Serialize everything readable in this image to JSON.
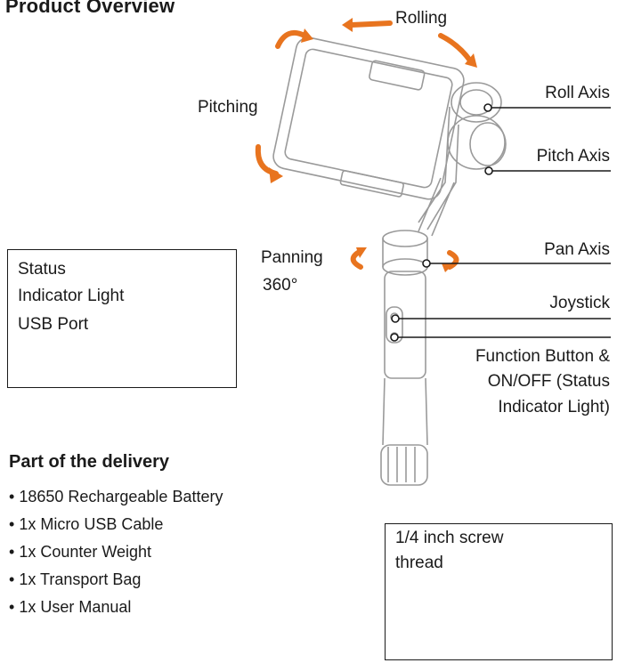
{
  "title": "Product Overview",
  "labels": {
    "rolling": "Rolling",
    "pitching": "Pitching",
    "panning": "Panning",
    "panning_deg": "360°",
    "roll_axis": "Roll Axis",
    "pitch_axis": "Pitch Axis",
    "pan_axis": "Pan Axis",
    "joystick": "Joystick",
    "function_button_1": "Function Button &",
    "function_button_2": "ON/OFF (Status",
    "function_button_3": "Indicator Light)"
  },
  "inset_left": {
    "status_1": "Status",
    "status_2": "Indicator Light",
    "usb_port": "USB Port"
  },
  "inset_right": {
    "screw_1": "1/4 inch screw",
    "screw_2": "thread"
  },
  "delivery": {
    "heading": "Part of the delivery",
    "items": [
      "18650 Rechargeable Battery",
      "1x Micro USB Cable",
      "1x Counter Weight",
      "1x Transport Bag",
      "1x User Manual"
    ]
  },
  "colors": {
    "arrow_orange": "#e8741f",
    "line_dark": "#1a1a1a",
    "sketch_gray": "#9a9a9a"
  }
}
